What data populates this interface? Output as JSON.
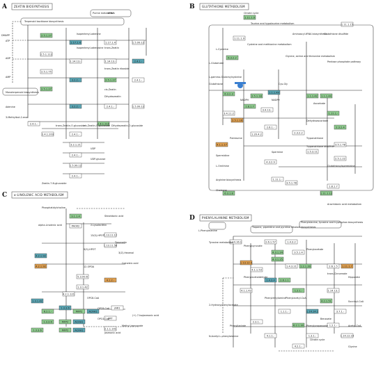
{
  "colors": {
    "green": "#8fcc8f",
    "teal": "#5ba6b4",
    "orange": "#e0a050",
    "white": "#ffffff",
    "blue": "#7aa7d8",
    "lime": "#7ccf3c"
  },
  "panels": [
    {
      "letter": "A",
      "title": "ZEATIN BIOSYNTHESIS"
    },
    {
      "letter": "B",
      "title": "GLUTATHIONE METABOLISM"
    },
    {
      "letter": "C",
      "title": "α-LINOLENIC ACID METABOLISM"
    },
    {
      "letter": "D",
      "title": "PHENYLALANINE METABOLISM"
    }
  ],
  "A": {
    "boxes": [
      {
        "c": "green",
        "t": "2.5.1.27"
      },
      {
        "c": "white",
        "t": "2.5.1.112"
      },
      {
        "c": "teal",
        "t": "1.17.1.4"
      },
      {
        "c": "white",
        "t": "2.5.1.75"
      },
      {
        "c": "white",
        "t": "1.14.13.-"
      },
      {
        "c": "green",
        "t": "2.5.1.27"
      },
      {
        "c": "teal",
        "t": "3.2.2.-"
      },
      {
        "c": "white",
        "t": "1.17.1.4"
      },
      {
        "c": "white",
        "t": "1.14.13.-"
      },
      {
        "c": "green",
        "t": "2.5.1.27"
      },
      {
        "c": "teal",
        "t": "3.2.2.-"
      },
      {
        "c": "white",
        "t": "2.4.1.-"
      },
      {
        "c": "white",
        "t": "1.5.99.12"
      },
      {
        "c": "teal",
        "t": "2.4.1.-"
      },
      {
        "c": "white",
        "t": "2.4.1.-"
      },
      {
        "c": "white",
        "t": "1.5.99.12"
      },
      {
        "c": "white",
        "t": "2.4.1.-"
      },
      {
        "c": "white",
        "t": "2.4.1.203"
      },
      {
        "c": "white",
        "t": "2.4.1.-"
      },
      {
        "c": "white",
        "t": "3.2.1.21"
      },
      {
        "c": "white",
        "t": "2.4.1.-"
      },
      {
        "c": "white",
        "t": "1.5.99.12"
      },
      {
        "c": "white",
        "t": "2.4.1.-"
      },
      {
        "c": "green",
        "t": "2.4.1.215"
      }
    ],
    "labels": [
      "Terpenoid backbone biosynthesis",
      "Purine metabolism",
      "DMAPP",
      "ATP",
      "ADP",
      "AMP",
      "tRNA",
      "Isopentenyl-adenine",
      "Isopentenyl-adenosine",
      "trans-Zeatin",
      "trans-Zeatin riboside",
      "cis-Zeatin",
      "Dihydrozeatin",
      "Adenine",
      "3-Methylbut-2-enal",
      "trans-Zeatin-O-glucoside",
      "cis-Zeatin-O-glucoside",
      "Dihydrozeatin-O-glucoside",
      "Zeatin-7-N-glucoside",
      "UDP",
      "UDP-glucose",
      "Monoterpenoid biosynthesis"
    ]
  },
  "B": {
    "boxes": [
      {
        "c": "green",
        "t": "6.3.2.2"
      },
      {
        "c": "white",
        "t": "1.11.1.9"
      },
      {
        "c": "green",
        "t": "1.11.1.9"
      },
      {
        "c": "white",
        "t": "1.11.1.15"
      },
      {
        "c": "green",
        "t": "6.3.2.3"
      },
      {
        "c": "white",
        "t": "3.4.11.2"
      },
      {
        "c": "green",
        "t": "1.8.1.7"
      },
      {
        "c": "green",
        "t": "2.5.1.18"
      },
      {
        "c": "white",
        "t": "3.4.13.-"
      },
      {
        "c": "teal",
        "t": "1.1.1.49"
      },
      {
        "c": "green",
        "t": "1.1.1.42"
      },
      {
        "c": "green",
        "t": "1.1.1.44"
      },
      {
        "c": "orange",
        "t": "2.5.1.16"
      },
      {
        "c": "white",
        "t": "2.6.1.-"
      },
      {
        "c": "green",
        "t": "1.11.1.-"
      },
      {
        "c": "white",
        "t": "2.3.2.2"
      },
      {
        "c": "white",
        "t": "1.20.4.2"
      },
      {
        "c": "green",
        "t": "2.3.2.4"
      },
      {
        "c": "white",
        "t": "3.5.1.78"
      },
      {
        "c": "white",
        "t": "4.3.2.9"
      },
      {
        "c": "orange",
        "t": "4.1.1.17"
      },
      {
        "c": "white",
        "t": "1.5.3.11"
      },
      {
        "c": "white",
        "t": "2.5.1.22"
      },
      {
        "c": "white",
        "t": "1.11.1.-"
      },
      {
        "c": "green",
        "t": "6.3.1.8"
      },
      {
        "c": "white",
        "t": "3.5.1.78"
      },
      {
        "c": "white",
        "t": "1.8.1.7"
      },
      {
        "c": "green",
        "t": "1.11.1.12"
      }
    ],
    "labels": [
      "L-Cysteine",
      "L-Glutamate",
      "Glutathione",
      "L-gamma-Glutamylcysteine",
      "Glutathione disulfide",
      "NADPH",
      "NADP+",
      "Cys-Gly",
      "Putrescine",
      "Spermidine",
      "Spermine",
      "Trypanothione",
      "Trypanothione disulfide",
      "L-Ornithine",
      "Arginine biosynthesis",
      "Glutathionylspermidine",
      "Chalcone",
      "Ascorbate",
      "Dehydroascorbate",
      "Taurine and hypotaurine metabolism",
      "Cysteine and methionine metabolism",
      "Pentose phosphate pathway",
      "Citrate cycle",
      "Glycine, serine and threonine metabolism",
      "Arachidonic acid metabolism",
      "Aminoacyl-tRNA biosynthesis"
    ]
  },
  "C": {
    "boxes": [
      {
        "c": "green",
        "t": "3.1.1.4"
      },
      {
        "c": "white",
        "t": "PAOX2"
      },
      {
        "c": "white",
        "t": "1.13.11.12"
      },
      {
        "c": "white",
        "t": "1.13.11.58"
      },
      {
        "c": "teal",
        "t": "4.2.1.92"
      },
      {
        "c": "orange",
        "t": "4.2.1.92"
      },
      {
        "c": "white",
        "t": "5.3.99.6"
      },
      {
        "c": "white",
        "t": "1.3.1.42"
      },
      {
        "c": "orange",
        "t": "4.1.2.-"
      },
      {
        "c": "white",
        "t": "4.2.1.121"
      },
      {
        "c": "teal",
        "t": "1.3.1.42"
      },
      {
        "c": "green",
        "t": "6.2.1.-"
      },
      {
        "c": "teal",
        "t": "1.3.3.6"
      },
      {
        "c": "green",
        "t": "MFP2"
      },
      {
        "c": "teal",
        "t": "ACAA1"
      },
      {
        "c": "green",
        "t": "1.3.3.6"
      },
      {
        "c": "green",
        "t": "MFP2"
      },
      {
        "c": "teal",
        "t": "ACAA1"
      },
      {
        "c": "green",
        "t": "1.3.3.6"
      },
      {
        "c": "green",
        "t": "MFP2"
      },
      {
        "c": "teal",
        "t": "ACAA1"
      },
      {
        "c": "white",
        "t": "2.1.1.141"
      },
      {
        "c": "white",
        "t": "JMT"
      },
      {
        "c": "white",
        "t": "JAR1"
      }
    ],
    "labels": [
      "Phosphatidylcholine",
      "alpha-Linolenic acid",
      "2-Lysolecithin",
      "13(S)-HPOT",
      "9(S)-HPOT",
      "12-OPDA",
      "OPC8-CoA",
      "OPC6-CoA",
      "OPC4-CoA",
      "Jasmonic acid",
      "Methyl jasmonate",
      "(+)-7-Isojasmonic acid",
      "Traumatin",
      "3(Z)-Hexenal",
      "Stearidonic acid",
      "Colneleic acid"
    ]
  },
  "D": {
    "boxes": [
      {
        "c": "white",
        "t": "1.14.16.1"
      },
      {
        "c": "white",
        "t": "2.6.1.57"
      },
      {
        "c": "white",
        "t": "1.4.3.2"
      },
      {
        "c": "green",
        "t": "4.3.1.24"
      },
      {
        "c": "green",
        "t": "4.3.1.25"
      },
      {
        "c": "white",
        "t": "3.5.1.4"
      },
      {
        "c": "orange",
        "t": "1.13.12.9"
      },
      {
        "c": "white",
        "t": "4.1.1.53"
      },
      {
        "c": "white",
        "t": "1.4.3.21"
      },
      {
        "c": "green",
        "t": "1.2.1.39"
      },
      {
        "c": "white",
        "t": "2.6.1.5"
      },
      {
        "c": "orange",
        "t": "1.11.1.7"
      },
      {
        "c": "teal",
        "t": "1.4.3.4"
      },
      {
        "c": "green",
        "t": "2.6.1.1"
      },
      {
        "c": "white",
        "t": "4.1.1.43"
      },
      {
        "c": "green",
        "t": "1.2.1.-"
      },
      {
        "c": "white",
        "t": "1.14.13.-"
      },
      {
        "c": "green",
        "t": "4.2.1.51"
      },
      {
        "c": "white",
        "t": "1.1.1.-"
      },
      {
        "c": "teal",
        "t": "1.14.14.1"
      },
      {
        "c": "white",
        "t": "3.7.1.-"
      },
      {
        "c": "white",
        "t": "2.3.1.-"
      },
      {
        "c": "green",
        "t": "6.2.1.30"
      },
      {
        "c": "white",
        "t": "1.2.1.-"
      },
      {
        "c": "white",
        "t": "4.1.1.-"
      },
      {
        "c": "white",
        "t": "1.3.1.-"
      },
      {
        "c": "white",
        "t": "1.14.12.19"
      },
      {
        "c": "white",
        "t": "4.2.1.-"
      }
    ],
    "labels": [
      "L-Phenylalanine",
      "Phenylpyruvate",
      "Phenylacetate",
      "Phenylacetaldehyde",
      "Phenylethylamine",
      "trans-Cinnamate",
      "Hippurate",
      "Benzoate",
      "Tyrosine metabolism",
      "Citrate cycle",
      "Phenylacetyl-CoA",
      "Succinyl-CoA",
      "Acetyl-CoA",
      "Glycine",
      "2-Hydroxyphenylacetate",
      "Phenyllactate",
      "N-Acetyl-L-phenylalanine",
      "Phenylpropanoate",
      "Tropane, piperidine and pyridine alkaloid biosynthesis",
      "Phenylalanine, tyrosine and tryptophan biosynthesis"
    ]
  }
}
